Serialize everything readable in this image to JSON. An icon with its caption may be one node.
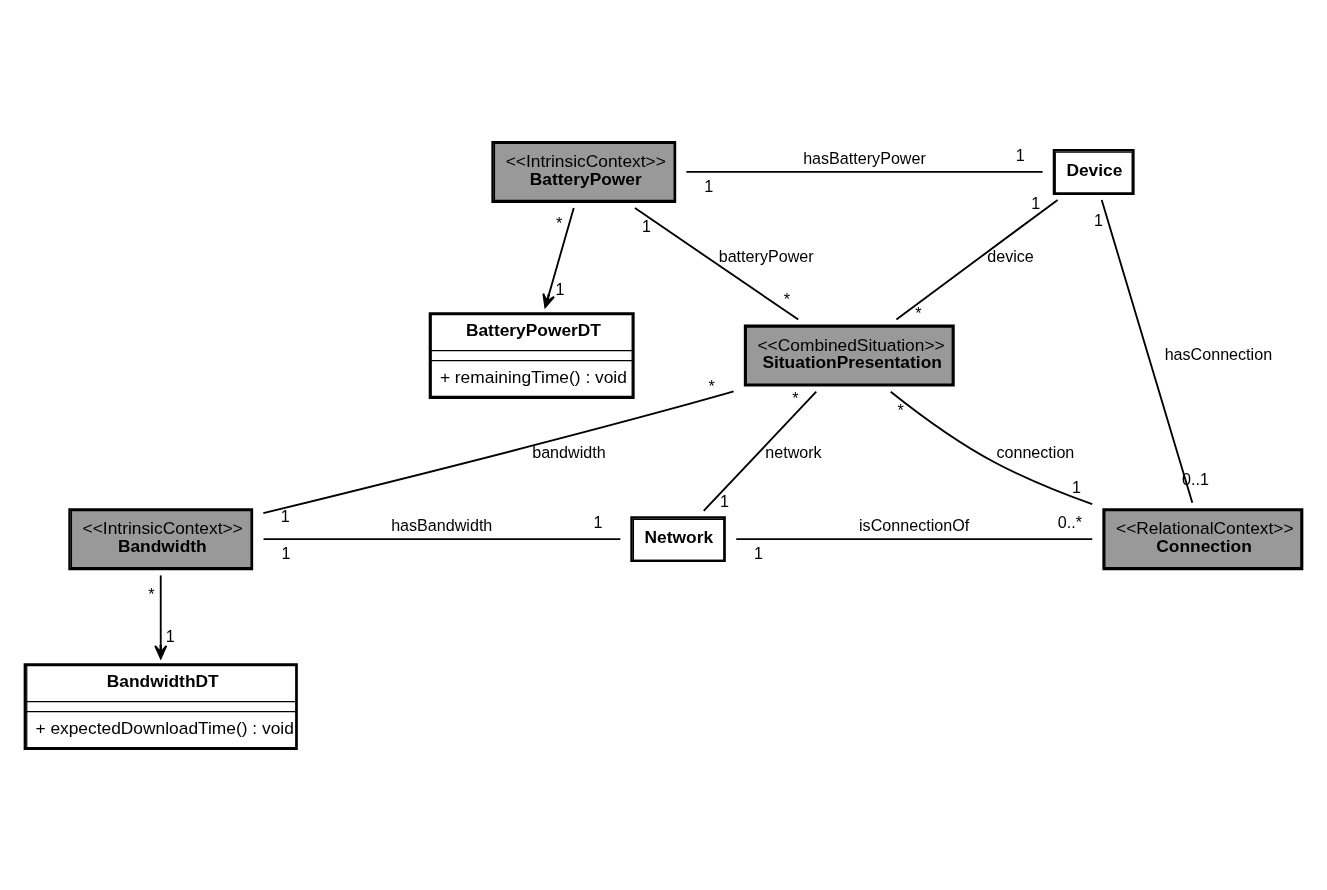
{
  "diagram": {
    "nodes": [
      {
        "text": [
          "BatteryPowerDT",
          "+ remainingTime() : void"
        ]
      },
      {
        "text": [
          "<<IntrinsicContext>>",
          "BatteryPower"
        ]
      },
      {
        "text": [
          "Device"
        ]
      },
      {
        "text": [
          "<<CombinedSituation>>",
          "SituationPresentation"
        ]
      },
      {
        "text": [
          "<<IntrinsicContext>>",
          "Bandwidth"
        ]
      },
      {
        "text": [
          "Network"
        ]
      },
      {
        "text": [
          "<<RelationalContext>>",
          "Connection"
        ]
      },
      {
        "text": [
          "BandwidthDT",
          "+ expectedDownloadTime() : void"
        ]
      }
    ],
    "edges": [
      {
        "from": 1,
        "to": 0,
        "arrow": "to"
      },
      {
        "from": 1,
        "to": 2,
        "arrow": "none",
        "label": "hasBatteryPower"
      },
      {
        "from": 1,
        "to": 3,
        "arrow": "none",
        "label": "batteryPower"
      },
      {
        "from": 2,
        "to": 3,
        "arrow": "none",
        "label": "device"
      },
      {
        "from": 2,
        "to": 6,
        "arrow": "none",
        "label": "hasConnection"
      },
      {
        "from": 3,
        "to": 4,
        "arrow": "none",
        "label": "bandwidth"
      },
      {
        "from": 3,
        "to": 5,
        "arrow": "none",
        "label": "network"
      },
      {
        "from": 3,
        "to": 6,
        "arrow": "none",
        "label": "connection"
      },
      {
        "from": 4,
        "to": 5,
        "arrow": "none",
        "label": "hasBandwidth"
      },
      {
        "from": 5,
        "to": 6,
        "arrow": "none",
        "label": "isConnectionOf"
      },
      {
        "from": 4,
        "to": 7,
        "arrow": "to"
      }
    ],
    "labels": [
      "1",
      "*",
      "1",
      "1",
      "1",
      "1",
      "1",
      "*",
      "*",
      "*",
      "*",
      "*",
      "1",
      "1",
      "0..1",
      "1",
      "1",
      "1",
      "1",
      "0..*",
      "*",
      "1"
    ]
  }
}
